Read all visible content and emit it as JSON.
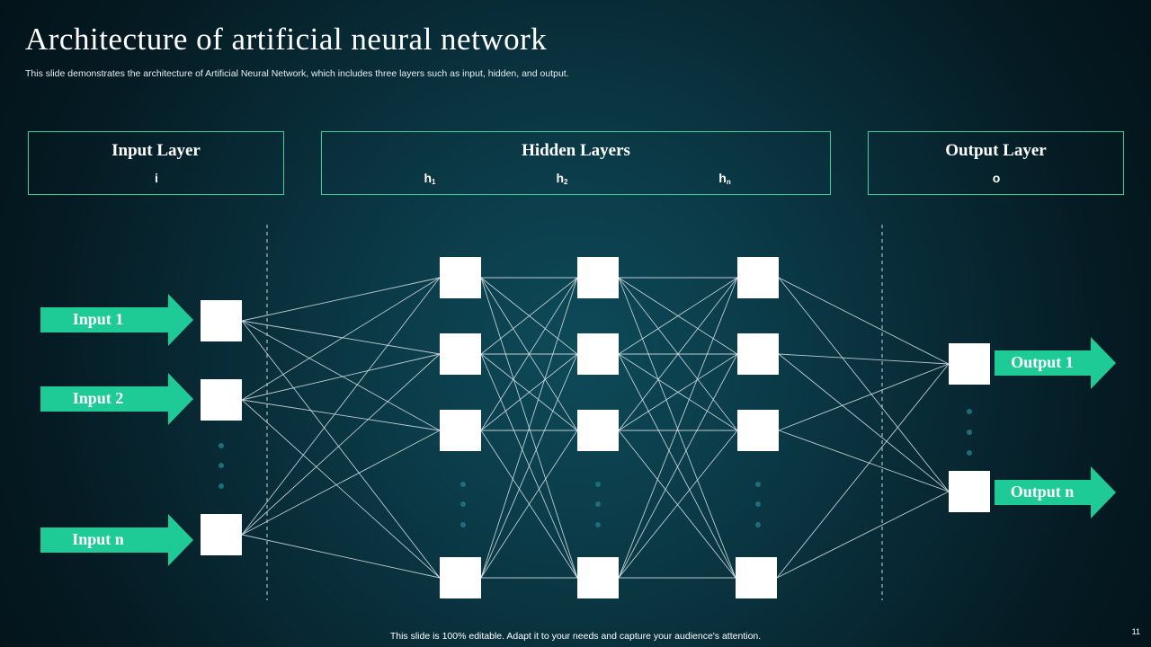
{
  "slide": {
    "title": "Architecture of artificial neural network",
    "subtitle": "This slide demonstrates the architecture of Artificial Neural Network, which includes three layers such as input, hidden, and output.",
    "footer": "This slide is 100% editable. Adapt it to your needs and capture your audience's attention.",
    "page_number": "11"
  },
  "layers": {
    "input": {
      "title": "Input Layer",
      "symbol": "i"
    },
    "hidden": {
      "title": "Hidden Layers",
      "symbols": [
        {
          "base": "h",
          "sub": "1"
        },
        {
          "base": "h",
          "sub": "2"
        },
        {
          "base": "h",
          "sub": "n"
        }
      ]
    },
    "output": {
      "title": "Output Layer",
      "symbol": "o"
    }
  },
  "inputs": [
    "Input 1",
    "Input 2",
    "Input n"
  ],
  "outputs": [
    "Output 1",
    "Output n"
  ],
  "colors": {
    "accent": "#1ecb96",
    "box_border": "#3fcf9e",
    "dots": "#1f6c7c",
    "connections": "#d9e6ea",
    "nodes": "#ffffff"
  }
}
